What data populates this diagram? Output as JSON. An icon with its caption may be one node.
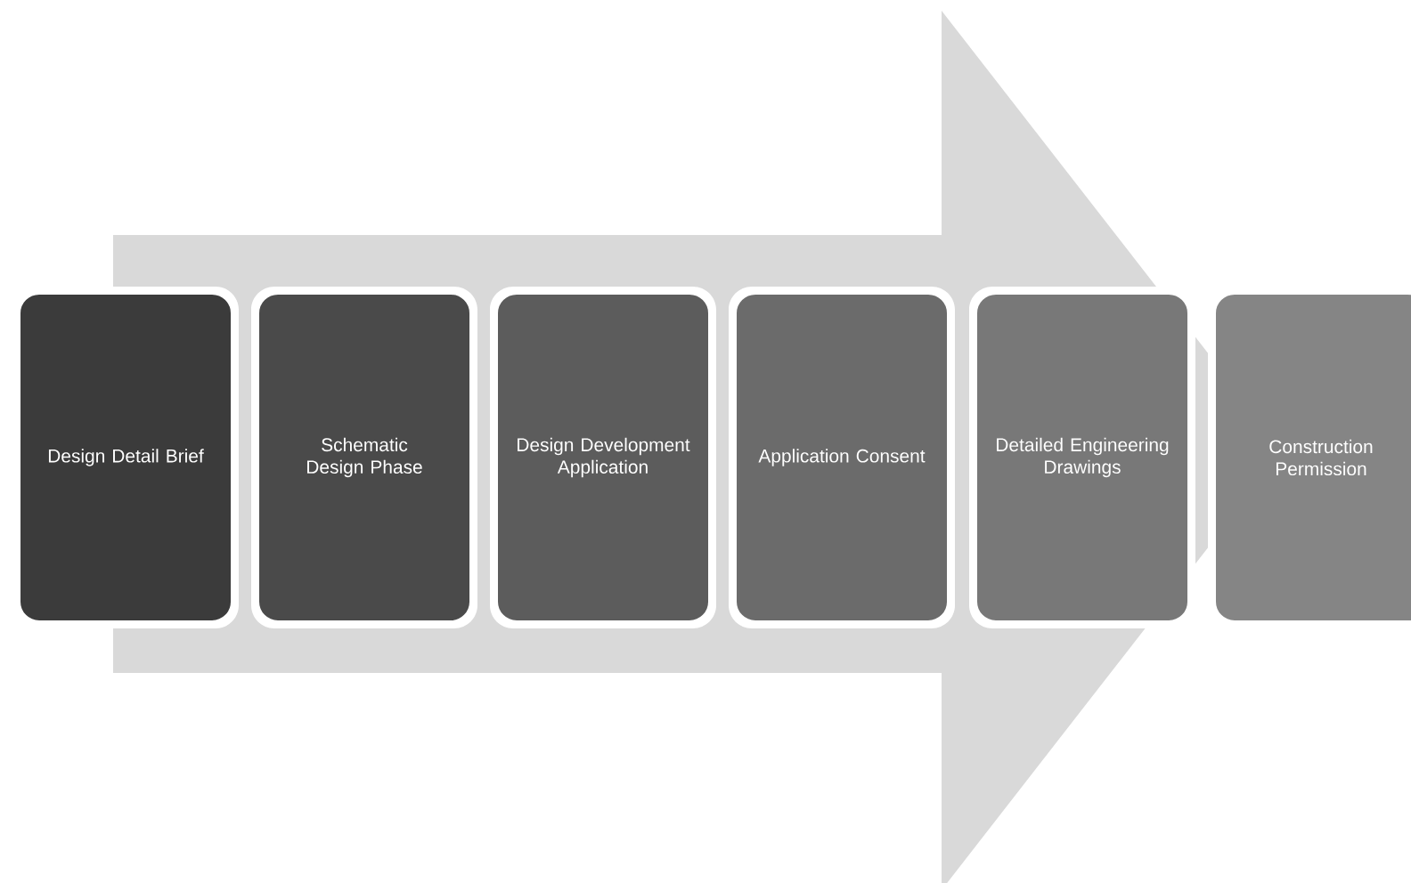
{
  "diagram": {
    "nodes": [
      {
        "text": [
          "Design Detail Brief"
        ]
      },
      {
        "text": [
          "Schematic Design Phase"
        ]
      },
      {
        "text": [
          "Design Development Application"
        ]
      },
      {
        "text": [
          "Application Consent"
        ]
      },
      {
        "text": [
          "Detailed Engineering Drawings"
        ]
      },
      {
        "text": [
          "Construction Permission"
        ]
      }
    ],
    "edges": [
      {
        "from": 0,
        "to": 5,
        "arrow": "to",
        "style": "thick"
      }
    ]
  }
}
